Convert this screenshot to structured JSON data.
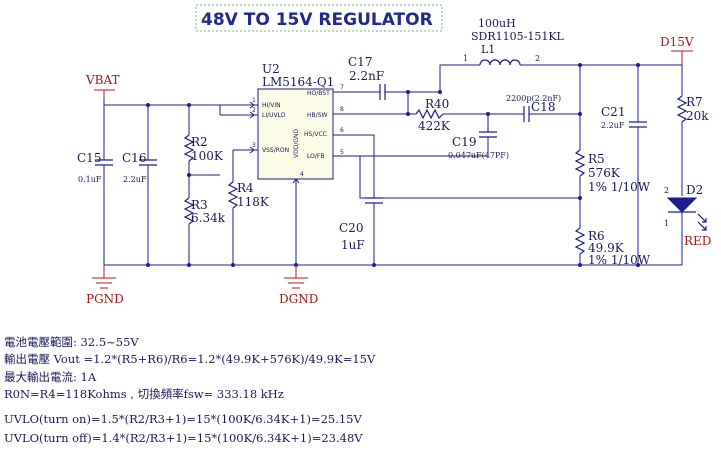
{
  "title": "48V TO 15V  REGULATOR",
  "ic": {
    "ref": "U2",
    "part": "LM5164-Q1",
    "pins": {
      "hi_vin": "HI/VIN",
      "li_uvlo": "LI/UVLO",
      "vss_ron": "VSS/RON",
      "ho_bst": "HO/BST",
      "hb_sw": "HB/SW",
      "hs_vcc": "HS/VCC",
      "lo_fb": "LO/FB",
      "vdd_gnd": "VDD/GND"
    },
    "pin_numbers": {
      "p1": "1",
      "p2": "2",
      "p3": "3",
      "p4": "4",
      "p5": "5",
      "p6": "6",
      "p7": "7",
      "p8": "8"
    }
  },
  "nets": {
    "vbat": "VBAT",
    "d15v": "D15V",
    "pgnd": "PGND",
    "dgnd": "DGND",
    "red": "RED"
  },
  "components": {
    "c15": {
      "ref": "C15",
      "value": "0.1uF"
    },
    "c16": {
      "ref": "C16",
      "value": "2.2uF"
    },
    "r2": {
      "ref": "R2",
      "value": "100K"
    },
    "r3": {
      "ref": "R3",
      "value": "6.34k"
    },
    "r4": {
      "ref": "R4",
      "value": "118K"
    },
    "c17": {
      "ref": "C17",
      "value": "2.2nF"
    },
    "l1": {
      "value": "100uH",
      "part": "SDR1105-151KL",
      "ref": "L1",
      "pin1": "1",
      "pin2": "2"
    },
    "r40": {
      "ref": "R40",
      "value": "422K"
    },
    "c18": {
      "ref": "C18",
      "value": "2200p(2.2nF)"
    },
    "c19": {
      "ref": "C19",
      "value": "0.047uF(47PF)"
    },
    "c20": {
      "ref": "C20",
      "value": "1uF"
    },
    "c21": {
      "ref": "C21",
      "value": "2.2uF"
    },
    "r5": {
      "ref": "R5",
      "value": "576K",
      "tol": "1% 1/10W"
    },
    "r6": {
      "ref": "R6",
      "value": "49.9K",
      "tol": "1% 1/10W"
    },
    "r7": {
      "ref": "R7",
      "value": "20k"
    },
    "d2": {
      "ref": "D2",
      "pin2": "2",
      "pin1": "1"
    }
  },
  "notes": [
    "電池電壓範圍:  32.5~55V",
    "輸出電壓 Vout =1.2*(R5+R6)/R6=1.2*(49.9K+576K)/49.9K=15V",
    "最大輸出電流:  1A",
    "R0N=R4=118Kohms ,  切換頻率fsw= 333.18 kHz",
    "UVLO(turn on)=1.5*(R2/R3+1)=15*(100K/6.34K+1)=25.15V",
    "UVLO(turn off)=1.4*(R2/R3+1)=15*(100K/6.34K+1)=23.48V"
  ]
}
